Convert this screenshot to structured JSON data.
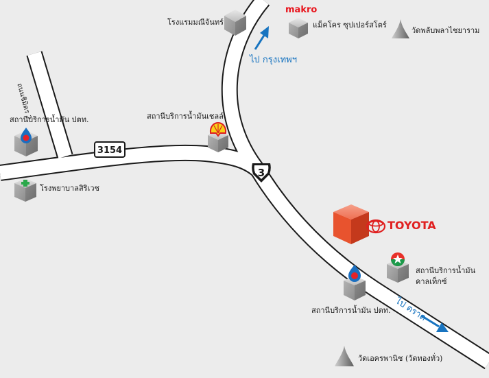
{
  "colors": {
    "background": "#ececec",
    "road_fill": "#ffffff",
    "road_edge": "#1a1a1a",
    "direction_blue": "#1874c0",
    "toyota_red": "#e02020",
    "makro_red": "#e8141c",
    "cube_gray": "#9a9a9a"
  },
  "roads": {
    "thanon_name": "ถนนชิมิตร 2",
    "route_3154": "3154",
    "route_3": "3"
  },
  "directions": {
    "to_bangkok": "ไป กรุงเทพฯ",
    "to_trat": "ไป ตราด"
  },
  "places": {
    "hotel": "โรงแรมมณีจันทร์",
    "makro_logo": "makro",
    "makro": "แม็คโคร ซุปเปอร์สโตร์",
    "wat_top": "วัดพลับพลาไชยาราม",
    "ptt_left": "สถานีบริการน้ำมัน ปตท.",
    "shell": "สถานีบริการน้ำมันเชลล์",
    "hospital": "โรงพยาบาลสิริเวช",
    "toyota": "TOYOTA",
    "caltex_line1": "สถานีบริการน้ำมัน",
    "caltex_line2": "คาลเท็กซ์",
    "ptt_right": "สถานีบริการน้ำมัน ปตท.",
    "wat_bottom": "วัดเอครพานิช (วัดทองทั่ว)"
  },
  "icons": [
    "hotel-cube-icon",
    "makro-cube-icon",
    "temple-stupa-icon",
    "ptt-station-icon",
    "shell-station-icon",
    "hospital-cube-icon",
    "toyota-cube-icon",
    "caltex-station-icon"
  ]
}
